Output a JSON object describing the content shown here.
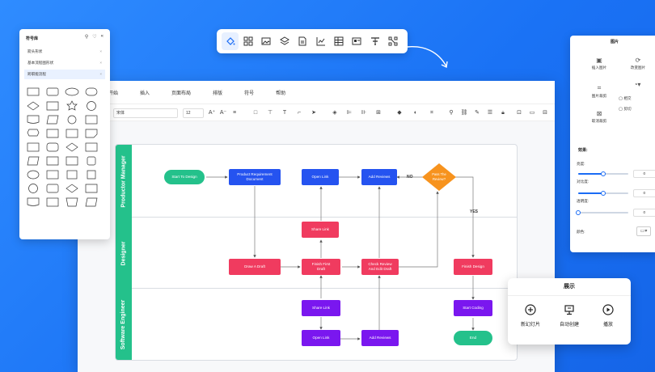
{
  "top_toolbar": {
    "icons": [
      "paint-bucket-icon",
      "grid-icon",
      "image-icon",
      "layers-icon",
      "document-icon",
      "chart-icon",
      "table-icon",
      "card-icon",
      "align-icon",
      "scatter-icon"
    ]
  },
  "menu": {
    "items": [
      "开始",
      "插入",
      "页面布局",
      "排版",
      "符号",
      "帮助"
    ]
  },
  "format_bar": {
    "font": "宋体",
    "size": "12"
  },
  "symbol_panel": {
    "title": "符号库",
    "categories": [
      "箭头形状",
      "基本流程图形状",
      "跨职能流程"
    ],
    "selected_category": "跨职能流程"
  },
  "diagram": {
    "lanes": [
      "Productor Manager",
      "Designer",
      "Software Engineer"
    ],
    "nodes": {
      "start": "Start To Design",
      "prd": "Product Requirement Document",
      "open_link_1": "Open Link",
      "add_reviews_1": "Add Reviews",
      "pass_review": "Pass The Review?",
      "share_link_1": "Share Link",
      "draw_draft": "Draw A Draft",
      "finish_first_draft": "Finish First Draft",
      "check_reviews": "Check Review And Edit Draft",
      "finish_design": "Finish Design",
      "share_link_2": "Share Link",
      "start_coding": "Start Coding",
      "open_link_2": "Open Link",
      "add_reviews_2": "Add Reviews",
      "end": "End"
    },
    "labels": {
      "no": "NO",
      "yes": "YES"
    }
  },
  "picture_panel": {
    "title": "图片",
    "insert_image": "插入图片",
    "replace_image": "改变图片",
    "image_crop": "图片裁剪",
    "reset_crop": "取消裁剪",
    "option_intersect": "相交",
    "option_cut": "剪切",
    "effects_title": "效果:",
    "brightness_label": "亮度:",
    "brightness_value": "0",
    "brightness": 0.5,
    "contrast_label": "对比度:",
    "contrast_value": "0",
    "contrast": 0.5,
    "transparency_label": "透明度:",
    "transparency_value": "0",
    "transparency": 0.0,
    "color_label": "颜色:"
  },
  "present_panel": {
    "title": "展示",
    "new_slide": "新幻灯片",
    "auto_create": "自动创建",
    "play": "播放"
  }
}
